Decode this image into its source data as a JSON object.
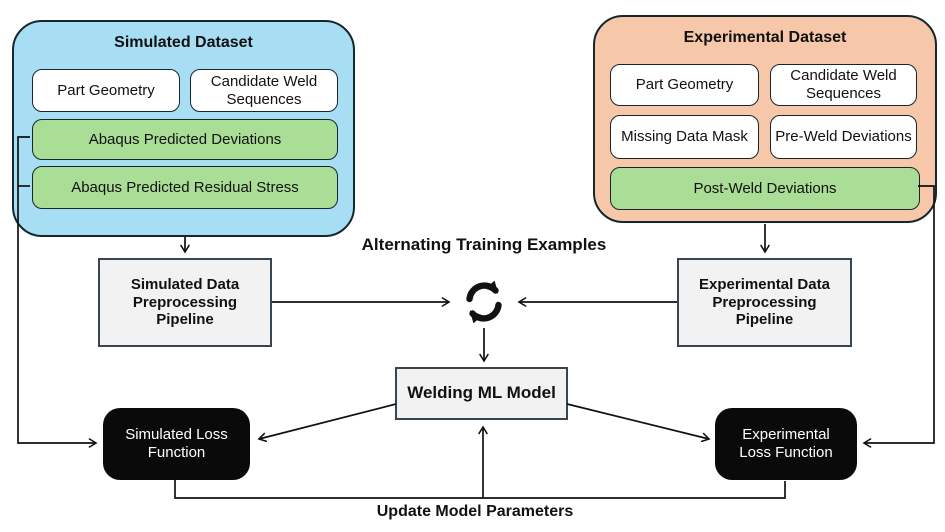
{
  "colors": {
    "blue": "#a7def4",
    "orange": "#f6c7a9",
    "green": "#aadd95",
    "panel": "#f2f2f2",
    "panel_border": "#36454f",
    "ink": "#111111",
    "black_box": "#0a0a0a"
  },
  "simulated_dataset": {
    "title": "Simulated Dataset",
    "part_geometry": "Part Geometry",
    "candidate_weld_sequences": "Candidate Weld Sequences",
    "abaqus_predicted_deviations": "Abaqus Predicted Deviations",
    "abaqus_predicted_residual_stress": "Abaqus Predicted Residual Stress"
  },
  "experimental_dataset": {
    "title": "Experimental Dataset",
    "part_geometry": "Part Geometry",
    "candidate_weld_sequences": "Candidate Weld Sequences",
    "missing_data_mask": "Missing Data Mask",
    "pre_weld_deviations": "Pre-Weld Deviations",
    "post_weld_deviations": "Post-Weld Deviations"
  },
  "nodes": {
    "simulated_pipeline": "Simulated Data\nPreprocessing\nPipeline",
    "experimental_pipeline": "Experimental Data\nPreprocessing\nPipeline",
    "welding_model": "Welding ML Model",
    "simulated_loss": "Simulated Loss\nFunction",
    "experimental_loss": "Experimental\nLoss Function"
  },
  "labels": {
    "alternating_training": "Alternating Training Examples",
    "update_parameters": "Update Model Parameters"
  },
  "icons": {
    "cycle": "circular-sync-arrows"
  }
}
